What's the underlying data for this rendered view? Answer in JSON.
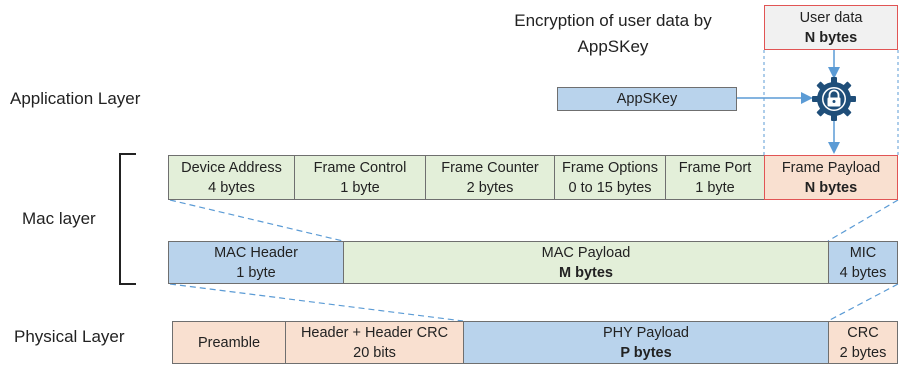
{
  "encryption_caption": {
    "line1": "Encryption of user data by",
    "line2": "AppSKey"
  },
  "user_data": {
    "label": "User data",
    "size": "N bytes"
  },
  "appskey": {
    "label": "AppSKey"
  },
  "lock_icon": "padlock-gear-icon",
  "layers": {
    "application": "Application Layer",
    "mac": "Mac layer",
    "physical": "Physical Layer"
  },
  "mac_frame": [
    {
      "name": "Device Address",
      "size": "4 bytes"
    },
    {
      "name": "Frame Control",
      "size": "1 byte"
    },
    {
      "name": "Frame Counter",
      "size": "2 bytes"
    },
    {
      "name": "Frame Options",
      "size": "0 to 15 bytes"
    },
    {
      "name": "Frame Port",
      "size": "1 byte"
    },
    {
      "name": "Frame Payload",
      "size": "N bytes"
    }
  ],
  "mac_packet": [
    {
      "name": "MAC Header",
      "size": "1 byte"
    },
    {
      "name": "MAC Payload",
      "size": "M bytes"
    },
    {
      "name": "MIC",
      "size": "4 bytes"
    }
  ],
  "phy_packet": [
    {
      "name": "Preamble",
      "size": ""
    },
    {
      "name": "Header + Header CRC",
      "size": "20 bits"
    },
    {
      "name": "PHY Payload",
      "size": "P bytes"
    },
    {
      "name": "CRC",
      "size": "2 bytes"
    }
  ],
  "colors": {
    "green": "#e3efd9",
    "blue": "#b9d3ec",
    "peach": "#f9e0d0",
    "connector": "#5b9bd5",
    "highlight": "#e15454",
    "lock": "#1f4e79"
  }
}
